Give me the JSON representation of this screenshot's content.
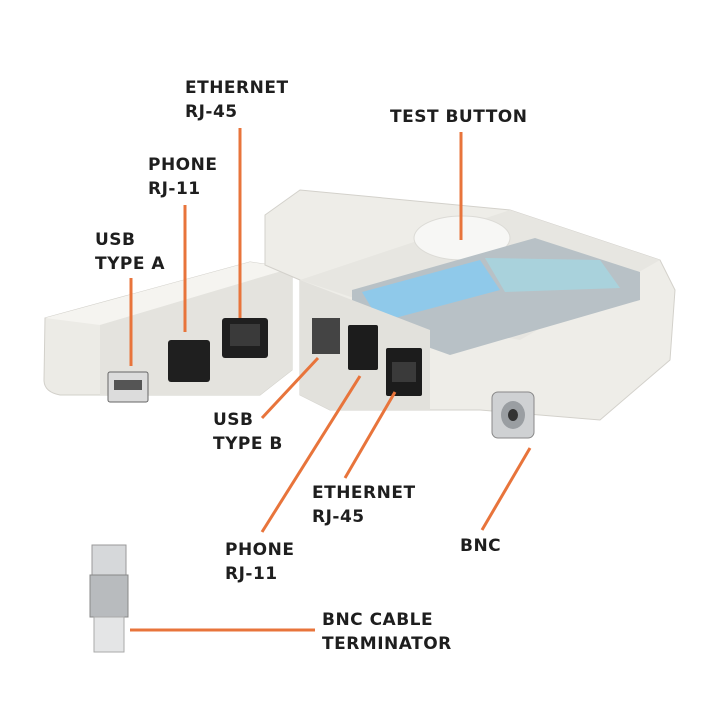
{
  "colors": {
    "leader_line": "#e8743b",
    "label_text": "#1e1e1e",
    "device_body": "#ecebe6",
    "panel_blue": "#8fc9ea",
    "panel_grey": "#b7c0c4"
  },
  "labels": {
    "ethernet_top": [
      "ETHERNET",
      "RJ-45"
    ],
    "phone_top": [
      "PHONE",
      "RJ-11"
    ],
    "usb_type_a": [
      "USB",
      "TYPE A"
    ],
    "test_button": [
      "TEST BUTTON"
    ],
    "usb_type_b": [
      "USB",
      "TYPE B"
    ],
    "ethernet_bottom": [
      "ETHERNET",
      "RJ-45"
    ],
    "phone_bottom": [
      "PHONE",
      "RJ-11"
    ],
    "bnc": [
      "BNC"
    ],
    "bnc_terminator": [
      "BNC CABLE",
      "TERMINATOR"
    ]
  }
}
